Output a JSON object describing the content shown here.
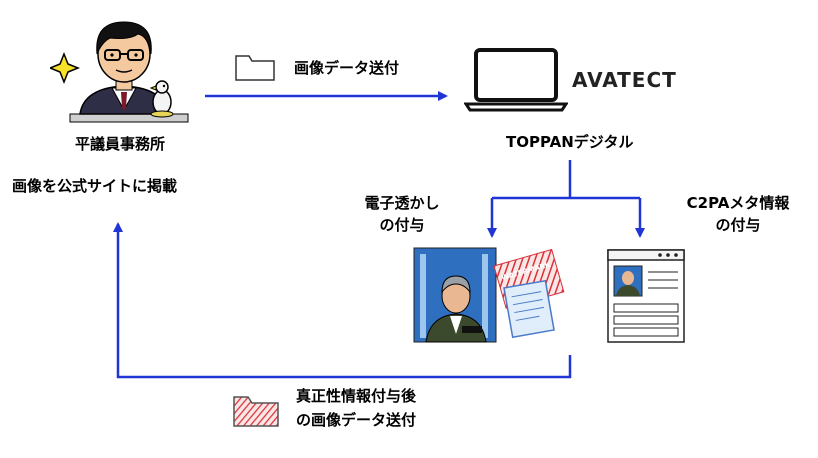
{
  "office": {
    "name": "平議員事務所",
    "publish": "画像を公式サイトに掲載"
  },
  "send_label": "画像データ送付",
  "vendor": {
    "logo": "AVATECT",
    "name": "TOPPANデジタル"
  },
  "watermark": {
    "line1": "電子透かし",
    "line2": "の付与",
    "stamp_text": "WATERMARK"
  },
  "c2pa": {
    "line1": "C2PAメタ情報",
    "line2": "の付与"
  },
  "return_label": {
    "line1": "真正性情報付与後",
    "line2": "の画像データ送付"
  },
  "colors": {
    "arrow": "#1f35d6",
    "watermark": "#d8313a",
    "photo_bg": "#2f6fc0"
  }
}
